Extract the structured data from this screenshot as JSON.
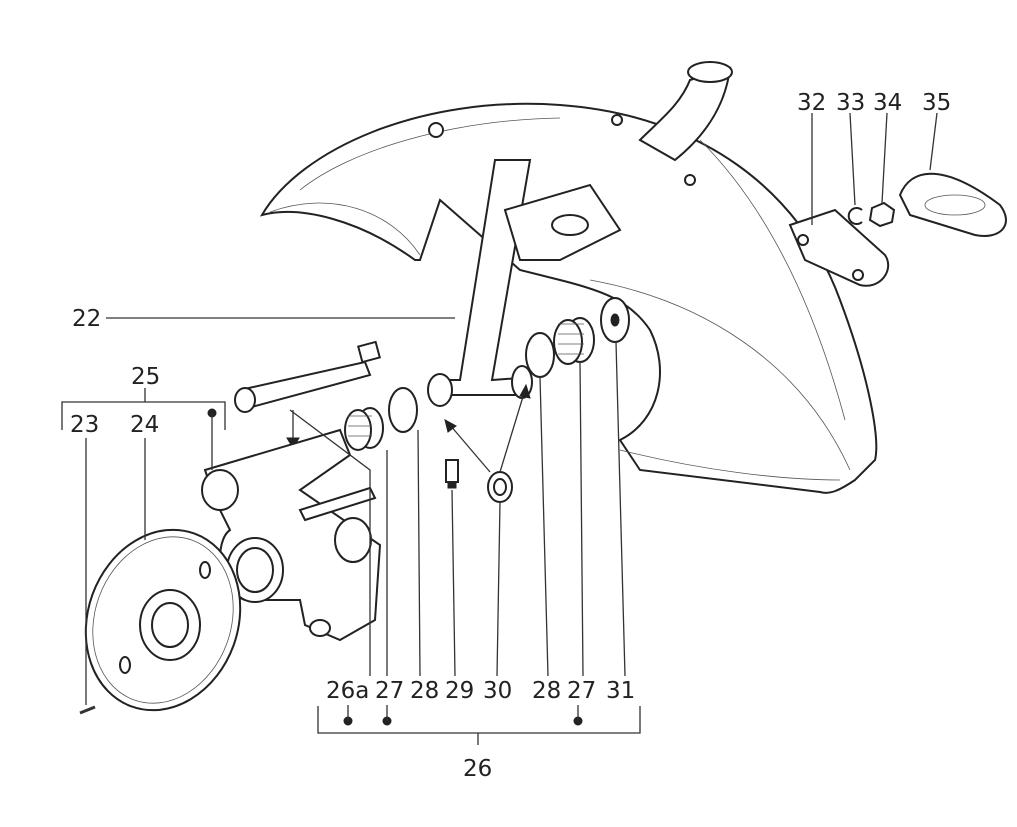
{
  "diagram": {
    "type": "exploded-parts-view",
    "labels": {
      "l22": "22",
      "l23": "23",
      "l24": "24",
      "l25": "25",
      "l26": "26",
      "l26a": "26a",
      "l27a": "27",
      "l28a": "28",
      "l29": "29",
      "l30": "30",
      "l28b": "28",
      "l27b": "27",
      "l31": "31",
      "l32": "32",
      "l33": "33",
      "l34": "34",
      "l35": "35"
    },
    "colors": {
      "ink": "#222222",
      "paper": "#ffffff"
    }
  }
}
